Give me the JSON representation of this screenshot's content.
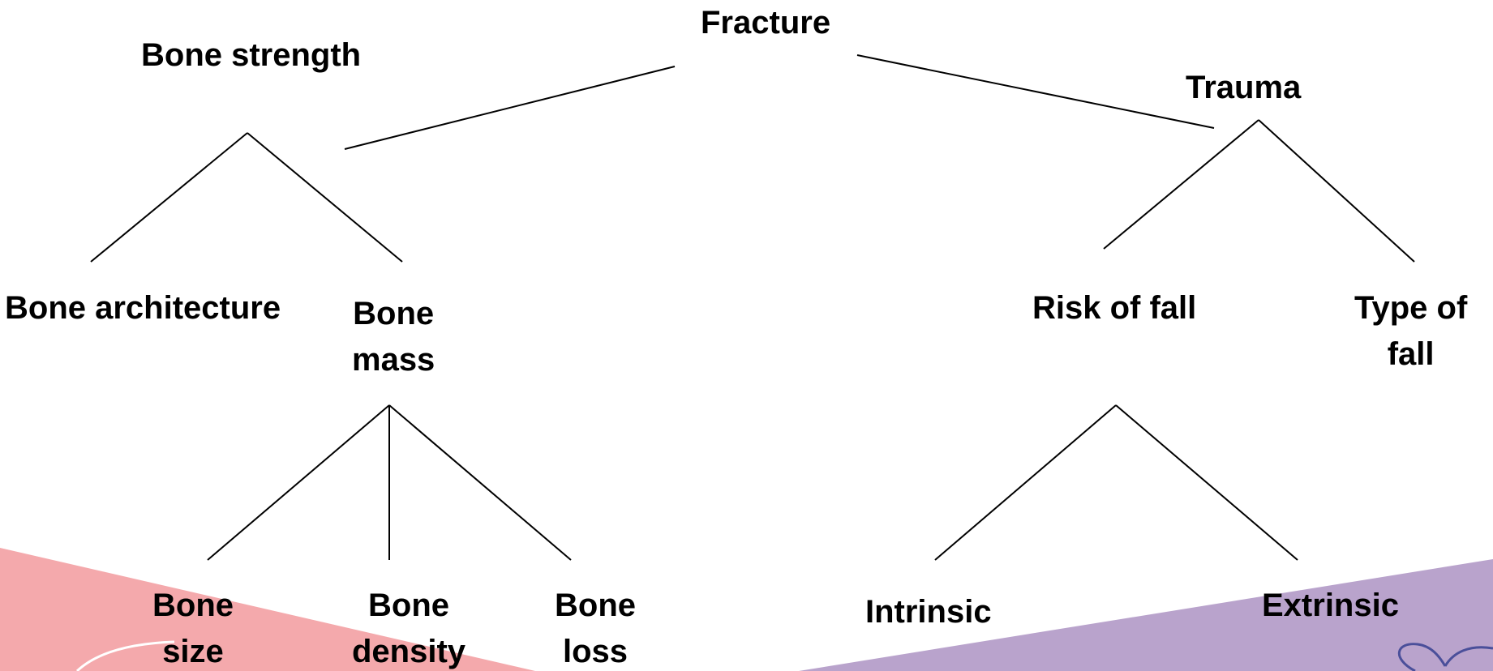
{
  "diagram": {
    "root": "Fracture",
    "branches": {
      "bone_strength": "Bone strength",
      "trauma": "Trauma"
    },
    "bone_strength_children": {
      "architecture": "Bone architecture",
      "mass": [
        "Bone",
        "mass"
      ]
    },
    "bone_mass_children": {
      "size": [
        "Bone",
        "size"
      ],
      "density": [
        "Bone",
        "density"
      ],
      "loss": [
        "Bone",
        "loss"
      ]
    },
    "trauma_children": {
      "risk": "Risk of fall",
      "type": [
        "Type of",
        "fall"
      ]
    },
    "risk_children": {
      "intrinsic": "Intrinsic",
      "extrinsic": "Extrinsic"
    }
  },
  "colors": {
    "text": "#000000",
    "lines": "#000000",
    "background": "#ffffff",
    "pink_band": "#f4a9ac",
    "purple_band": "#b9a3cc"
  }
}
